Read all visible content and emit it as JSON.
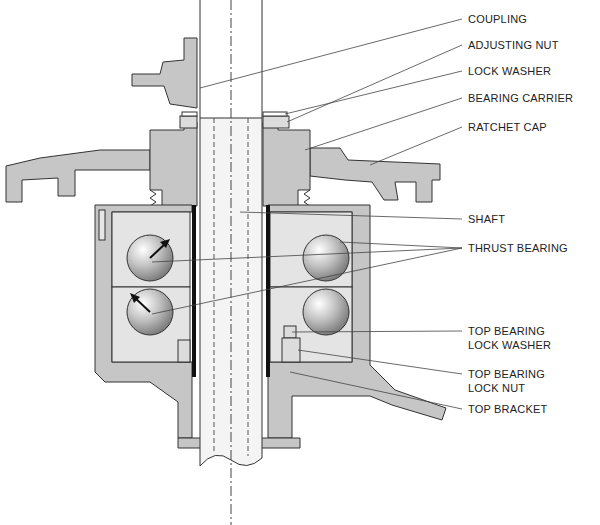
{
  "diagram": {
    "labels": [
      "COUPLING",
      "ADJUSTING NUT",
      "LOCK WASHER",
      "BEARING CARRIER",
      "RATCHET CAP",
      "SHAFT",
      "THRUST BEARING",
      "TOP BEARING LOCK WASHER",
      "TOP BEARING LOCK NUT",
      "TOP BRACKET"
    ]
  }
}
